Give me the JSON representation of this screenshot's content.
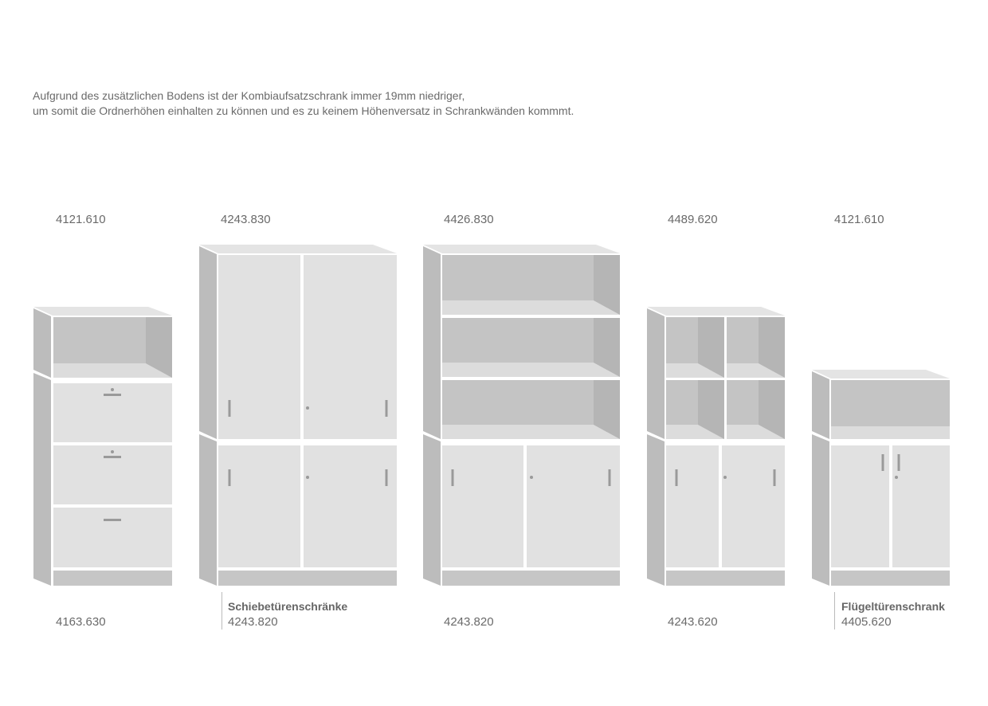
{
  "note": {
    "line1": "Aufgrund des zusätzlichen Bodens ist der Kombiaufsatzschrank immer 19mm niedriger,",
    "line2": "um somit die Ordnerhöhen einhalten zu  können und es zu keinem Höhenversatz in Schrankwänden kommmt."
  },
  "cabinets": [
    {
      "top_code": "4121.610",
      "bottom_code": "4163.630"
    },
    {
      "top_code": "4243.830",
      "group_title": "Schiebetürenschränke",
      "bottom_code": "4243.820"
    },
    {
      "top_code": "4426.830",
      "bottom_code": "4243.820"
    },
    {
      "top_code": "4489.620",
      "bottom_code": "4243.620"
    },
    {
      "top_code": "4121.610",
      "group_title": "Flügeltürenschrank",
      "bottom_code": "4405.620"
    }
  ],
  "colors": {
    "front": "#e1e1e1",
    "side": "#bcbcbc",
    "interior_back": "#c4c4c4",
    "interior_side": "#b5b5b5",
    "plinth": "#c6c6c6",
    "handle": "#9a9a9a",
    "text": "#6a6a6a"
  }
}
